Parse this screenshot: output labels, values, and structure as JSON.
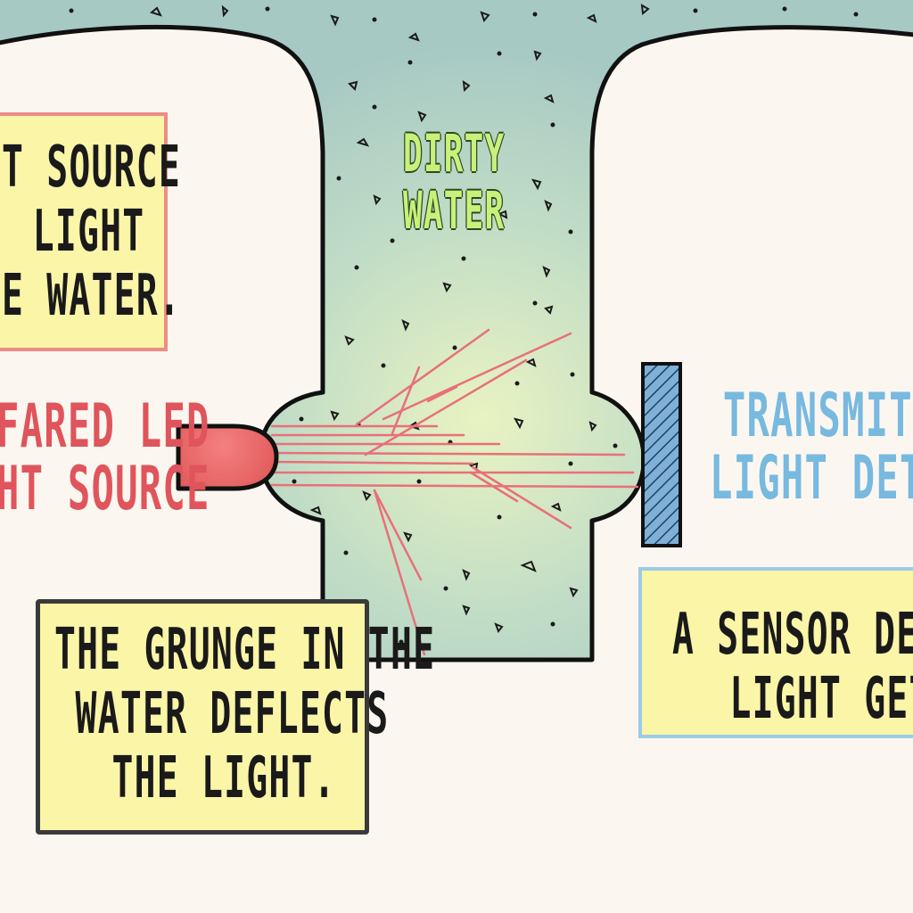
{
  "title_labels": {
    "water": [
      "DIRTY",
      "WATER"
    ],
    "led": [
      "FARED LED",
      "HT SOURCE"
    ],
    "detector": [
      "TRANSMITTE",
      "LIGHT DETECT"
    ]
  },
  "notes": {
    "source": [
      "T SOURCE",
      "LIGHT",
      "E WATER."
    ],
    "grunge": [
      "THE GRUNGE IN THE",
      "WATER DEFLECTS",
      "THE LIGHT."
    ],
    "sensor": [
      "A SENSOR DETEC",
      "LIGHT GETS"
    ]
  },
  "colors": {
    "background": "#fbf7f0",
    "water": "#b9d6c8",
    "led": "#ea6464",
    "beam": "#e8707a",
    "detector": "#4b86b8",
    "note": "#fbf5a8"
  },
  "icons": {
    "led": "infrared-led-icon",
    "detector": "light-detector-icon"
  }
}
